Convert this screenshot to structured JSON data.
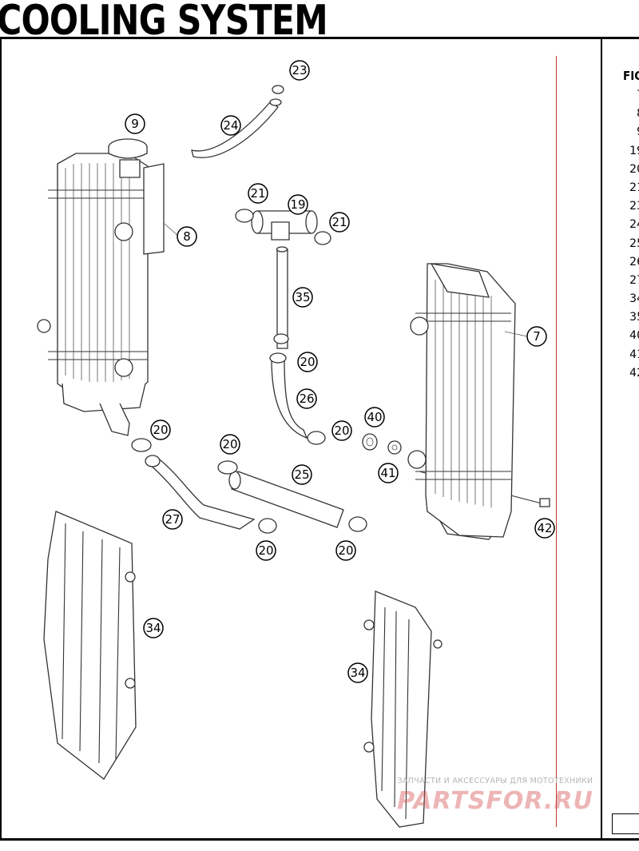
{
  "page": {
    "title": "COOLING SYSTEM"
  },
  "panel": {
    "header": "FIG",
    "items": [
      "7",
      "8",
      "9",
      "19",
      "20",
      "21",
      "23",
      "24",
      "25",
      "26",
      "27",
      "34",
      "35",
      "40",
      "41",
      "42"
    ]
  },
  "callouts": [
    {
      "id": "c23",
      "label": "23"
    },
    {
      "id": "c24",
      "label": "24"
    },
    {
      "id": "c9",
      "label": "9"
    },
    {
      "id": "c21a",
      "label": "21"
    },
    {
      "id": "c19",
      "label": "19"
    },
    {
      "id": "c21b",
      "label": "21"
    },
    {
      "id": "c8",
      "label": "8"
    },
    {
      "id": "c35",
      "label": "35"
    },
    {
      "id": "c7",
      "label": "7"
    },
    {
      "id": "c20a",
      "label": "20"
    },
    {
      "id": "c26",
      "label": "26"
    },
    {
      "id": "c20b",
      "label": "20"
    },
    {
      "id": "c40",
      "label": "40"
    },
    {
      "id": "c20c",
      "label": "20"
    },
    {
      "id": "c20d",
      "label": "20"
    },
    {
      "id": "c25",
      "label": "25"
    },
    {
      "id": "c41",
      "label": "41"
    },
    {
      "id": "c27",
      "label": "27"
    },
    {
      "id": "c20e",
      "label": "20"
    },
    {
      "id": "c20f",
      "label": "20"
    },
    {
      "id": "c42",
      "label": "42"
    },
    {
      "id": "c34a",
      "label": "34"
    },
    {
      "id": "c34b",
      "label": "34"
    }
  ],
  "watermark": {
    "text": "ЗАПЧАСТИ И АКСЕССУАРЫ ДЛЯ МОТОТЕХНИКИ",
    "logo": "PARTSFOR.RU"
  }
}
